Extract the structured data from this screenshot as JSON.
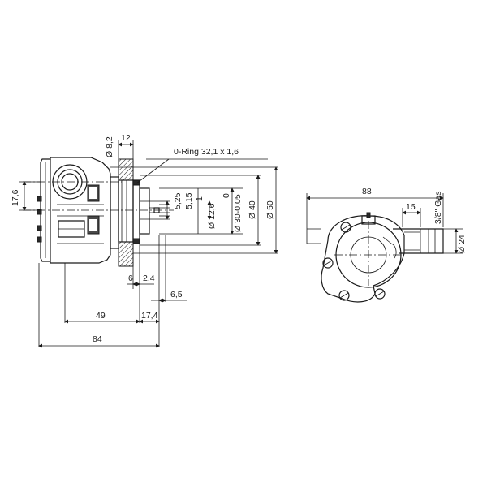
{
  "labels": {
    "d_8_2": "Ø 8,2",
    "w_12": "12",
    "oring": "0-Ring 32,1 x 1,6",
    "h_17_6": "17,6",
    "v_5_25": "5,25",
    "v_5_15": "5,15",
    "v_1": "1",
    "v_d12_6": "Ø 12,6",
    "v_0": "0",
    "v_d30": "Ø 30-0,05",
    "v_d40": "Ø 40",
    "v_d50": "Ø 50",
    "b_6": "6",
    "b_2_4": "2,4",
    "b_6_5": "6,5",
    "b_49": "49",
    "b_17_4": "17,4",
    "b_84": "84",
    "r_88": "88",
    "r_15": "15",
    "r_gas": "3/8\" Gas",
    "r_d24": "Ø 24"
  }
}
